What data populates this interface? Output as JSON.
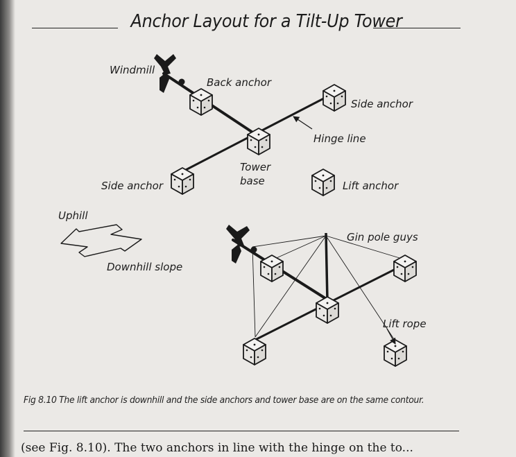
{
  "title": "Anchor Layout for a Tilt-Up Tower",
  "labels": {
    "windmill": "Windmill",
    "back_anchor": "Back anchor",
    "side_anchor_right": "Side anchor",
    "hinge_line": "Hinge line",
    "tower_base_line1": "Tower",
    "tower_base_line2": "base",
    "side_anchor_left": "Side anchor",
    "lift_anchor": "Lift anchor",
    "uphill": "Uphill",
    "downhill_slope": "Downhill slope",
    "gin_pole_guys": "Gin pole guys",
    "lift_rope": "Lift rope"
  },
  "caption": "Fig 8.10 The lift anchor is downhill and the side anchors and tower base are on the same contour.",
  "body_text": "(see Fig. 8.10). The two anchors in line with the hinge on the to..."
}
